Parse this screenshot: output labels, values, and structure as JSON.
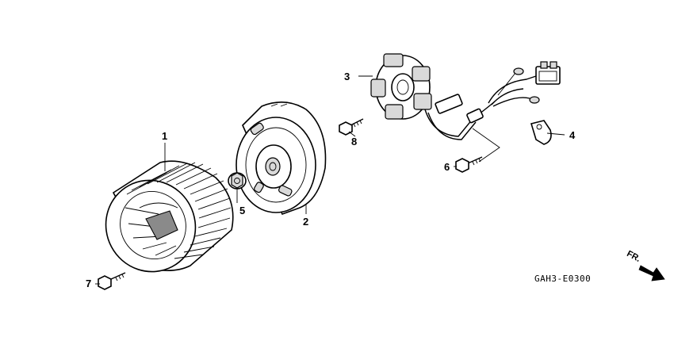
{
  "diagram_code": "GAH3-E0300",
  "direction_label": "FR.",
  "callouts": [
    {
      "id": "1",
      "label": "1"
    },
    {
      "id": "2",
      "label": "2"
    },
    {
      "id": "3",
      "label": "3"
    },
    {
      "id": "4",
      "label": "4"
    },
    {
      "id": "5",
      "label": "5"
    },
    {
      "id": "6",
      "label": "6"
    },
    {
      "id": "7",
      "label": "7"
    },
    {
      "id": "8",
      "label": "8"
    }
  ]
}
